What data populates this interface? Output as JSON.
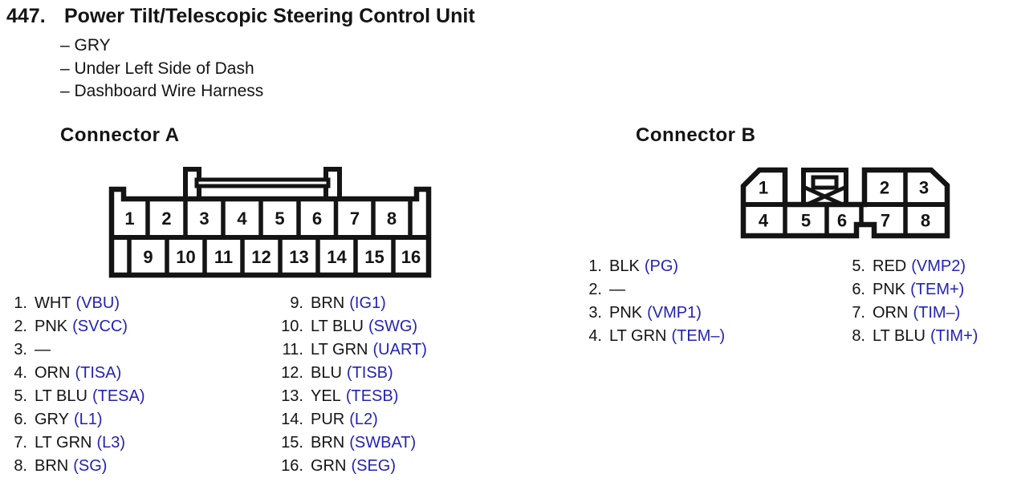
{
  "header": {
    "number": "447.",
    "title": "Power Tilt/Telescopic Steering Control Unit",
    "notes": [
      "– GRY",
      "– Under Left Side of Dash",
      "– Dashboard Wire Harness"
    ]
  },
  "colors": {
    "text": "#141414",
    "signal_blue": "#2323b4",
    "background": "#ffffff"
  },
  "connector_a": {
    "heading": "Connector A",
    "cells_top": [
      "1",
      "2",
      "3",
      "4",
      "5",
      "6",
      "7",
      "8"
    ],
    "cells_bottom": [
      "9",
      "10",
      "11",
      "12",
      "13",
      "14",
      "15",
      "16"
    ],
    "pins_left": [
      {
        "num": "1.",
        "color": "WHT",
        "signal": "(VBU)"
      },
      {
        "num": "2.",
        "color": "PNK",
        "signal": "(SVCC)"
      },
      {
        "num": "3.",
        "color": "—",
        "signal": ""
      },
      {
        "num": "4.",
        "color": "ORN",
        "signal": "(TISA)"
      },
      {
        "num": "5.",
        "color": "LT BLU",
        "signal": "(TESA)"
      },
      {
        "num": "6.",
        "color": "GRY",
        "signal": "(L1)"
      },
      {
        "num": "7.",
        "color": "LT GRN",
        "signal": "(L3)"
      },
      {
        "num": "8.",
        "color": "BRN",
        "signal": "(SG)"
      }
    ],
    "pins_right": [
      {
        "num": "9.",
        "color": "BRN",
        "signal": "(IG1)"
      },
      {
        "num": "10.",
        "color": "LT BLU",
        "signal": "(SWG)"
      },
      {
        "num": "11.",
        "color": "LT GRN",
        "signal": "(UART)"
      },
      {
        "num": "12.",
        "color": "BLU",
        "signal": "(TISB)"
      },
      {
        "num": "13.",
        "color": "YEL",
        "signal": "(TESB)"
      },
      {
        "num": "14.",
        "color": "PUR",
        "signal": "(L2)"
      },
      {
        "num": "15.",
        "color": "BRN",
        "signal": "(SWBAT)"
      },
      {
        "num": "16.",
        "color": "GRN",
        "signal": "(SEG)"
      }
    ]
  },
  "connector_b": {
    "heading": "Connector B",
    "cells_top": [
      "1",
      "2",
      "3"
    ],
    "cells_bottom": [
      "4",
      "5",
      "6",
      "7",
      "8"
    ],
    "pins_left": [
      {
        "num": "1.",
        "color": "BLK",
        "signal": "(PG)"
      },
      {
        "num": "2.",
        "color": "—",
        "signal": ""
      },
      {
        "num": "3.",
        "color": "PNK",
        "signal": "(VMP1)"
      },
      {
        "num": "4.",
        "color": "LT GRN",
        "signal": "(TEM–)"
      }
    ],
    "pins_right": [
      {
        "num": "5.",
        "color": "RED",
        "signal": "(VMP2)"
      },
      {
        "num": "6.",
        "color": "PNK",
        "signal": "(TEM+)"
      },
      {
        "num": "7.",
        "color": "ORN",
        "signal": "(TIM–)"
      },
      {
        "num": "8.",
        "color": "LT BLU",
        "signal": "(TIM+)"
      }
    ]
  }
}
